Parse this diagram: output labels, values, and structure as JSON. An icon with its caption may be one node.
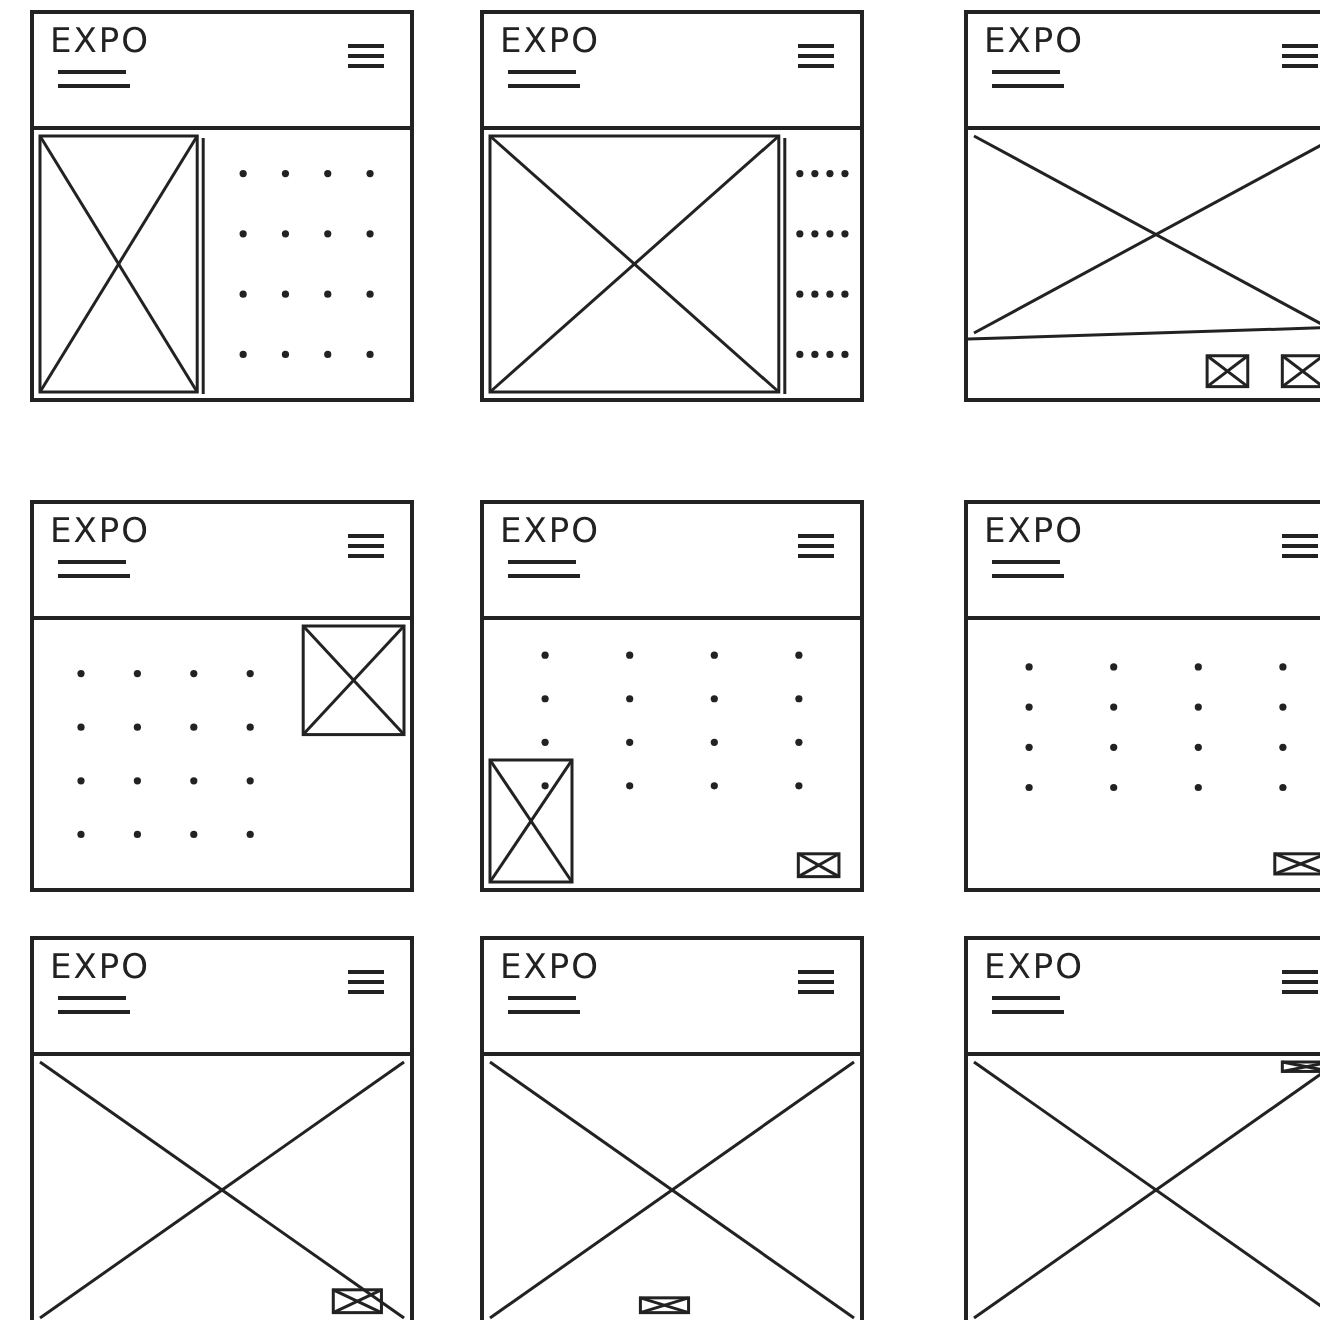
{
  "diagram": {
    "nodes": [
      {
        "text": [
          "EXPO"
        ]
      },
      {
        "text": [
          "EXPO"
        ]
      },
      {
        "text": [
          "EXPO"
        ]
      },
      {
        "text": [
          "EXPO"
        ]
      },
      {
        "text": [
          "EXPO"
        ]
      },
      {
        "text": [
          "EXPO"
        ]
      },
      {
        "text": [
          "EXPO"
        ]
      },
      {
        "text": [
          "EXPO"
        ]
      },
      {
        "text": [
          "EXPO"
        ]
      }
    ]
  }
}
